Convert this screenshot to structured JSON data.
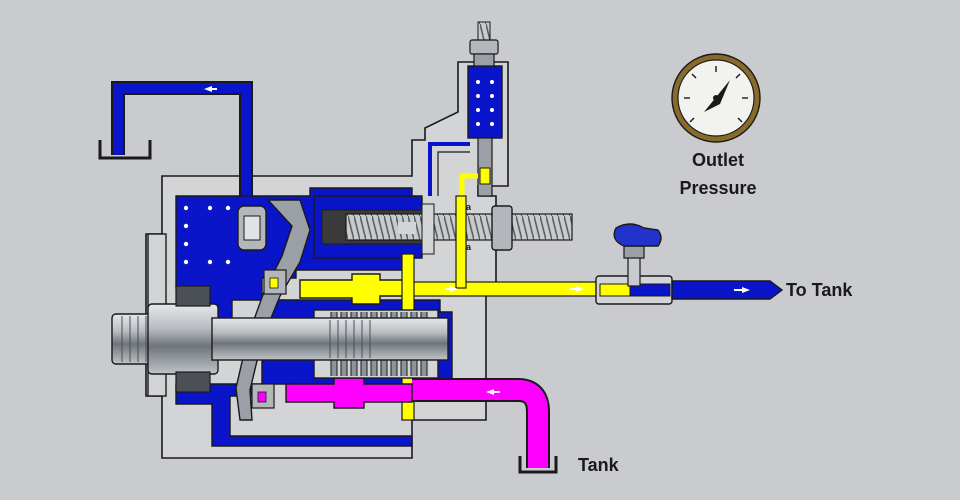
{
  "labels": {
    "gauge_line1": "Outlet",
    "gauge_line2": "Pressure",
    "to_tank": "To Tank",
    "tank": "Tank",
    "port_a_top": "a",
    "port_a_bottom": "a"
  },
  "colors": {
    "background": "#c9cbcf",
    "housing": "#d2d4d6",
    "case_drain": "#0a14c8",
    "outlet": "#ffff00",
    "inlet": "#ff00ff",
    "metal": "#9aa0a6",
    "outline": "#1a1a1a"
  },
  "icons": [
    "pressure-gauge-icon",
    "tank-icon",
    "flow-arrow-icon",
    "needle-valve-icon"
  ]
}
